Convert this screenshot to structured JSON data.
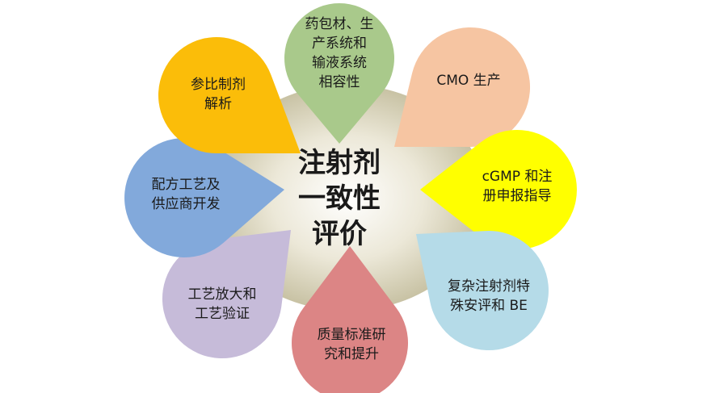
{
  "center": {
    "title": "注射剂\n一致性\n评价"
  },
  "petals": [
    {
      "id": "packaging",
      "label": "药包材、生\n产系统和\n输液系统\n相容性",
      "color": "#a9c98b"
    },
    {
      "id": "cmo",
      "label": "CMO 生产",
      "color": "#f6c5a2"
    },
    {
      "id": "cgmp",
      "label": "cGMP 和注\n册申报指导",
      "color": "#ffff00"
    },
    {
      "id": "complex",
      "label": "复杂注射剂特\n殊安评和 BE",
      "color": "#b5dbe8"
    },
    {
      "id": "quality",
      "label": "质量标准研\n究和提升",
      "color": "#dc8585"
    },
    {
      "id": "process",
      "label": "工艺放大和\n工艺验证",
      "color": "#c6bbd9"
    },
    {
      "id": "formulation",
      "label": "配方工艺及\n供应商开发",
      "color": "#82a9db"
    },
    {
      "id": "rld",
      "label": "参比制剂\n解析",
      "color": "#fbbd09"
    }
  ]
}
